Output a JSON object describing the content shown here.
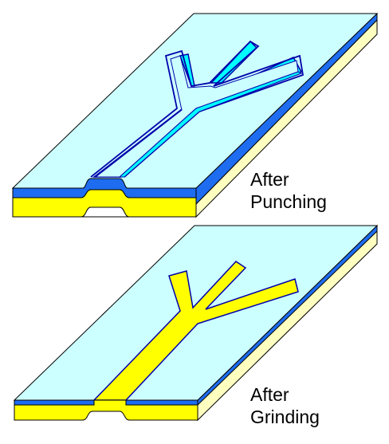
{
  "captions": {
    "top": {
      "line1": "After",
      "line2": "Punching"
    },
    "bottom": {
      "line1": "After",
      "line2": "Grinding"
    }
  },
  "colors": {
    "surface": "#ccffff",
    "channel_wall": "#00ffff",
    "dielectric_layer": "#1e6cf0",
    "substrate": "#ffff00",
    "substrate_side": "#ffffc0",
    "outline": "#0000aa",
    "edge": "#000000"
  }
}
